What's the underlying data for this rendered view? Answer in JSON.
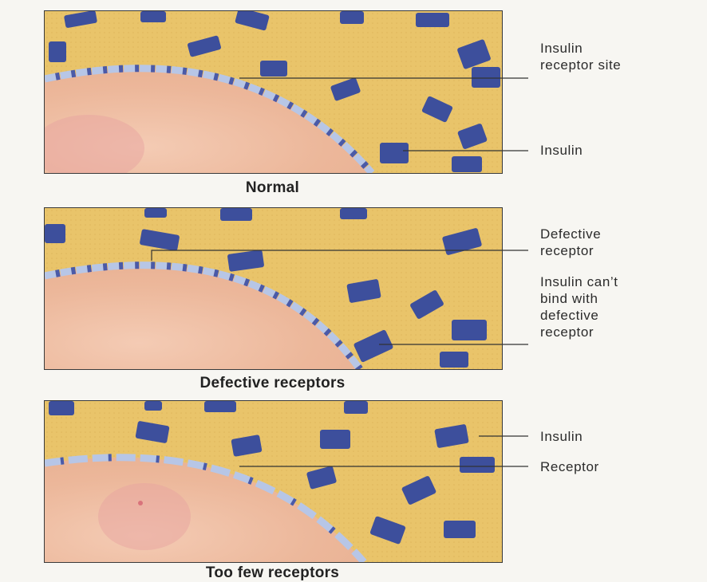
{
  "panels": [
    {
      "caption": "Normal",
      "labels": [
        "Insulin receptor site",
        "Insulin"
      ]
    },
    {
      "caption": "Defective receptors",
      "labels": [
        "Defective receptor",
        "Insulin can’t bind with defective receptor"
      ]
    },
    {
      "caption": "Too few receptors",
      "labels": [
        "Insulin",
        "Receptor"
      ]
    }
  ],
  "colors": {
    "extracellular": "#e9c46a",
    "cell": "#efc0a4",
    "membrane": "#b7c6e6",
    "insulin": "#3d4f9c",
    "nucleus": "#d9737b"
  }
}
